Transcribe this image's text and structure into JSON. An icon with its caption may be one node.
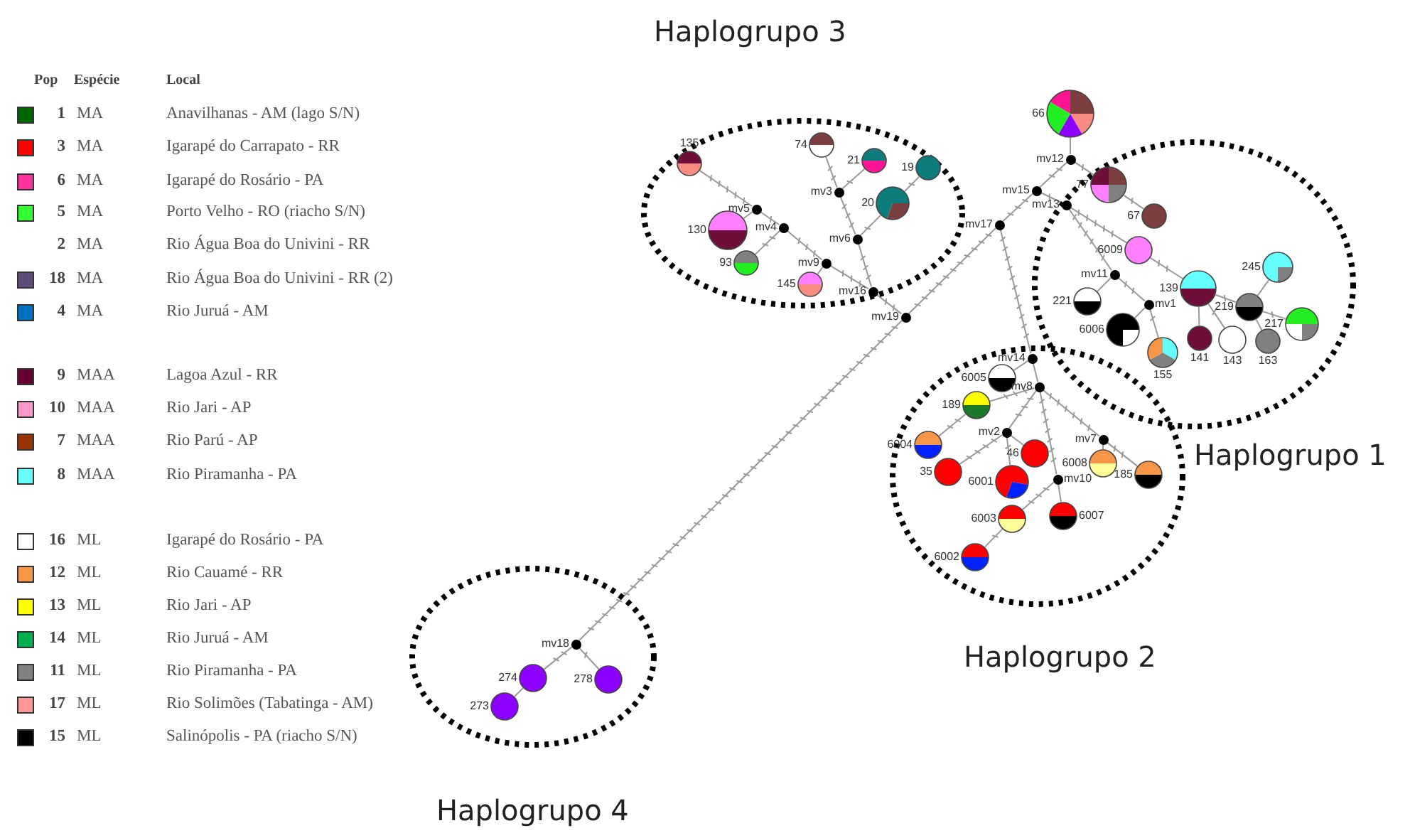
{
  "diagram": {
    "nodes": [
      {
        "text": [
          "Haplogrupo 3"
        ]
      },
      {
        "text": [
          "135"
        ],
        "in": 0
      },
      {
        "text": [
          "74"
        ],
        "in": 0
      },
      {
        "text": [
          "21"
        ],
        "in": 0
      },
      {
        "text": [
          "19"
        ],
        "in": 0
      },
      {
        "text": [
          "mv3"
        ],
        "in": 0
      },
      {
        "text": [
          "mv5"
        ],
        "in": 0
      },
      {
        "text": [
          "20"
        ],
        "in": 0
      },
      {
        "text": [
          "130"
        ],
        "in": 0
      },
      {
        "text": [
          "mv4"
        ],
        "in": 0
      },
      {
        "text": [
          "mv6"
        ],
        "in": 0
      },
      {
        "text": [
          "93"
        ],
        "in": 0
      },
      {
        "text": [
          "mv9"
        ],
        "in": 0
      },
      {
        "text": [
          "145"
        ],
        "in": 0
      },
      {
        "text": [
          "mv16"
        ],
        "in": 0
      },
      {
        "text": [
          "66"
        ]
      },
      {
        "text": [
          "mv12"
        ]
      },
      {
        "text": [
          "mv15"
        ]
      },
      {
        "text": [
          "mv13"
        ],
        "in": 21
      },
      {
        "text": [
          "mv17"
        ]
      },
      {
        "text": [
          "mv19"
        ]
      },
      {
        "text": [
          "Haplogrupo 1"
        ]
      },
      {
        "text": [
          "77"
        ],
        "in": 21
      },
      {
        "text": [
          "67"
        ],
        "in": 21
      },
      {
        "text": [
          "6009"
        ],
        "in": 21
      },
      {
        "text": [
          "mv11"
        ],
        "in": 21
      },
      {
        "text": [
          "245"
        ],
        "in": 21
      },
      {
        "text": [
          "139"
        ],
        "in": 21
      },
      {
        "text": [
          "219"
        ],
        "in": 21
      },
      {
        "text": [
          "221"
        ],
        "in": 21
      },
      {
        "text": [
          "mv1"
        ],
        "in": 21
      },
      {
        "text": [
          "217"
        ],
        "in": 21
      },
      {
        "text": [
          "141"
        ],
        "in": 21
      },
      {
        "text": [
          "143"
        ],
        "in": 21
      },
      {
        "text": [
          "163"
        ],
        "in": 21
      },
      {
        "text": [
          "155"
        ],
        "in": 21
      },
      {
        "text": [
          "6006"
        ],
        "in": 21
      },
      {
        "text": [
          "Haplogrupo 2"
        ]
      },
      {
        "text": [
          "mv14"
        ],
        "in": 37
      },
      {
        "text": [
          "6005"
        ],
        "in": 37
      },
      {
        "text": [
          "mv8"
        ],
        "in": 37
      },
      {
        "text": [
          "189"
        ],
        "in": 37
      },
      {
        "text": [
          "mv2"
        ],
        "in": 37
      },
      {
        "text": [
          "6004"
        ],
        "in": 37
      },
      {
        "text": [
          "mv7"
        ],
        "in": 37
      },
      {
        "text": [
          "46"
        ],
        "in": 37
      },
      {
        "text": [
          "35"
        ],
        "in": 37
      },
      {
        "text": [
          "6001"
        ],
        "in": 37
      },
      {
        "text": [
          "6008"
        ],
        "in": 37
      },
      {
        "text": [
          "185"
        ],
        "in": 37
      },
      {
        "text": [
          "mv10"
        ],
        "in": 37
      },
      {
        "text": [
          "6003"
        ],
        "in": 37
      },
      {
        "text": [
          "6007"
        ],
        "in": 37
      },
      {
        "text": [
          "6002"
        ],
        "in": 37
      },
      {
        "text": [
          "Haplogrupo 4"
        ]
      },
      {
        "text": [
          "mv18"
        ],
        "in": 54
      },
      {
        "text": [
          "274"
        ],
        "in": 54
      },
      {
        "text": [
          "278"
        ],
        "in": 54
      },
      {
        "text": [
          "273"
        ],
        "in": 54
      }
    ],
    "edges": [
      {
        "from": 14,
        "to": 12,
        "arrow": "none"
      },
      {
        "from": 12,
        "to": 9,
        "arrow": "none"
      },
      {
        "from": 9,
        "to": 6,
        "arrow": "none"
      },
      {
        "from": 6,
        "to": 1,
        "arrow": "none"
      },
      {
        "from": 6,
        "to": 8,
        "arrow": "none"
      },
      {
        "from": 9,
        "to": 11,
        "arrow": "none"
      },
      {
        "from": 12,
        "to": 13,
        "arrow": "none"
      },
      {
        "from": 14,
        "to": 10,
        "arrow": "none"
      },
      {
        "from": 10,
        "to": 5,
        "arrow": "none"
      },
      {
        "from": 5,
        "to": 2,
        "arrow": "none"
      },
      {
        "from": 5,
        "to": 3,
        "arrow": "none"
      },
      {
        "from": 10,
        "to": 7,
        "arrow": "none"
      },
      {
        "from": 7,
        "to": 4,
        "arrow": "none"
      },
      {
        "from": 20,
        "to": 14,
        "arrow": "none"
      },
      {
        "from": 16,
        "to": 15,
        "arrow": "none"
      },
      {
        "from": 16,
        "to": 17,
        "arrow": "none"
      },
      {
        "from": 17,
        "to": 18,
        "arrow": "none"
      },
      {
        "from": 17,
        "to": 19,
        "arrow": "none"
      },
      {
        "from": 19,
        "to": 20,
        "arrow": "none"
      },
      {
        "from": 16,
        "to": 22,
        "arrow": "none"
      },
      {
        "from": 22,
        "to": 23,
        "arrow": "none"
      },
      {
        "from": 18,
        "to": 24,
        "arrow": "none"
      },
      {
        "from": 24,
        "to": 27,
        "arrow": "none"
      },
      {
        "from": 18,
        "to": 25,
        "arrow": "none"
      },
      {
        "from": 25,
        "to": 29,
        "arrow": "none"
      },
      {
        "from": 25,
        "to": 30,
        "arrow": "none"
      },
      {
        "from": 30,
        "to": 35,
        "arrow": "none"
      },
      {
        "from": 30,
        "to": 36,
        "arrow": "none"
      },
      {
        "from": 27,
        "to": 32,
        "arrow": "none"
      },
      {
        "from": 27,
        "to": 28,
        "arrow": "none"
      },
      {
        "from": 28,
        "to": 26,
        "arrow": "none"
      },
      {
        "from": 28,
        "to": 31,
        "arrow": "none"
      },
      {
        "from": 28,
        "to": 34,
        "arrow": "none"
      },
      {
        "from": 27,
        "to": 33,
        "arrow": "none"
      },
      {
        "from": 19,
        "to": 38,
        "arrow": "none"
      },
      {
        "from": 38,
        "to": 39,
        "arrow": "none"
      },
      {
        "from": 38,
        "to": 40,
        "arrow": "none"
      },
      {
        "from": 40,
        "to": 41,
        "arrow": "none"
      },
      {
        "from": 41,
        "to": 43,
        "arrow": "none"
      },
      {
        "from": 40,
        "to": 42,
        "arrow": "none"
      },
      {
        "from": 42,
        "to": 46,
        "arrow": "none"
      },
      {
        "from": 42,
        "to": 47,
        "arrow": "none"
      },
      {
        "from": 42,
        "to": 45,
        "arrow": "none"
      },
      {
        "from": 40,
        "to": 50,
        "arrow": "none"
      },
      {
        "from": 50,
        "to": 51,
        "arrow": "none"
      },
      {
        "from": 51,
        "to": 53,
        "arrow": "none"
      },
      {
        "from": 50,
        "to": 52,
        "arrow": "none"
      },
      {
        "from": 40,
        "to": 44,
        "arrow": "none"
      },
      {
        "from": 44,
        "to": 48,
        "arrow": "none"
      },
      {
        "from": 44,
        "to": 49,
        "arrow": "none"
      },
      {
        "from": 20,
        "to": 55,
        "arrow": "none"
      },
      {
        "from": 55,
        "to": 56,
        "arrow": "none"
      },
      {
        "from": 56,
        "to": 58,
        "arrow": "none"
      },
      {
        "from": 55,
        "to": 57,
        "arrow": "none"
      }
    ],
    "labels": [
      "Pop",
      "Espécie",
      "Local",
      "1",
      "MA",
      "3",
      "MA",
      "6",
      "MA",
      "5",
      "MA",
      "2",
      "MA",
      "18",
      "MA",
      "4",
      "MA",
      "9",
      "MAA",
      "10",
      "MAA",
      "7",
      "MAA",
      "8",
      "MAA",
      "16",
      "ML",
      "12",
      "ML",
      "13",
      "ML",
      "14",
      "ML",
      "11",
      "ML",
      "17",
      "ML",
      "15",
      "ML"
    ],
    "legend": [
      {
        "text": "Anavilhanas - AM (lago S/N)",
        "color": "#006600"
      },
      {
        "text": "Igarapé do Carrapato - RR",
        "color": "#ff0000"
      },
      {
        "text": "Igarapé do Rosário - PA",
        "color": "#ff3399"
      },
      {
        "text": "Porto Velho - RO (riacho S/N)",
        "color": "#33ff33"
      },
      {
        "text": "Rio Água Boa do Univini - RR"
      },
      {
        "text": "Rio Água Boa do Univini - RR (2)",
        "color": "#604a7b"
      },
      {
        "text": "Rio Juruá - AM",
        "color": "#0070c0"
      },
      {
        "text": "Lagoa Azul - RR",
        "color": "#660033"
      },
      {
        "text": "Rio Jari - AP",
        "color": "#ff99cc"
      },
      {
        "text": "Rio Parú - AP",
        "color": "#993300"
      },
      {
        "text": "Rio Piramanha - PA",
        "color": "#66ffff"
      },
      {
        "text": "Igarapé do Rosário - PA",
        "color": "#ffffff"
      },
      {
        "text": "Rio Cauamé - RR",
        "color": "#f79646"
      },
      {
        "text": "Rio Jari - AP",
        "color": "#ffff00"
      },
      {
        "text": "Rio Juruá - AM",
        "color": "#00b050"
      },
      {
        "text": "Rio Piramanha - PA",
        "color": "#808080"
      },
      {
        "text": "Rio Solimões (Tabatinga - AM)",
        "color": "#ff9999"
      },
      {
        "text": "Salinópolis - PA (riacho S/N)",
        "color": "#000000"
      }
    ]
  }
}
